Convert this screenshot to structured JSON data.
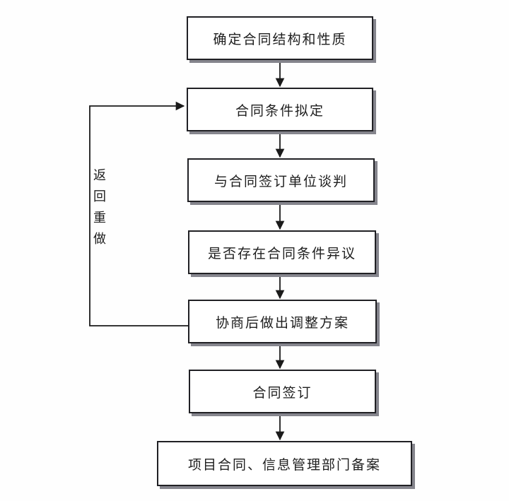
{
  "diagram": {
    "type": "flowchart",
    "direction": "top-down",
    "nodes": [
      {
        "id": "n1",
        "label": "确定合同结构和性质"
      },
      {
        "id": "n2",
        "label": "合同条件拟定"
      },
      {
        "id": "n3",
        "label": "与合同签订单位谈判"
      },
      {
        "id": "n4",
        "label": "是否存在合同条件异议"
      },
      {
        "id": "n5",
        "label": "协商后做出调整方案"
      },
      {
        "id": "n6",
        "label": "合同签订"
      },
      {
        "id": "n7",
        "label": "项目合同、信息管理部门备案"
      }
    ],
    "edges": [
      {
        "from": "n1",
        "to": "n2",
        "type": "arrow"
      },
      {
        "from": "n2",
        "to": "n3",
        "type": "arrow"
      },
      {
        "from": "n3",
        "to": "n4",
        "type": "arrow"
      },
      {
        "from": "n4",
        "to": "n5",
        "type": "arrow"
      },
      {
        "from": "n5",
        "to": "n6",
        "type": "arrow"
      },
      {
        "from": "n6",
        "to": "n7",
        "type": "arrow"
      },
      {
        "from": "n5",
        "to": "n2",
        "type": "loopback-arrow",
        "label": "返回重做"
      }
    ],
    "loop_label": "返回重做",
    "colors": {
      "background": "#fefefe",
      "node_fill": "#ffffff",
      "node_border": "#202024",
      "node_shadow": "#85858d",
      "line": "#1a1a1a",
      "text": "#1e1e1e"
    }
  }
}
